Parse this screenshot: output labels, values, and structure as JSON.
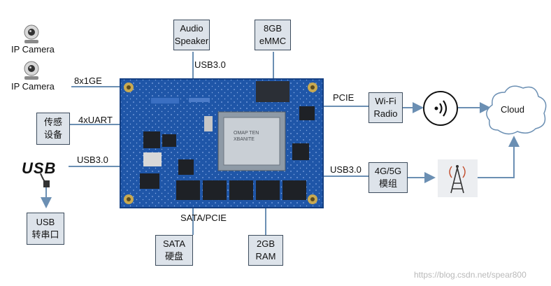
{
  "left": {
    "camera1": "IP Camera",
    "camera2": "IP Camera",
    "port_ge": "8x1GE",
    "port_uart": "4xUART",
    "sensor": "传感\n设备",
    "usb_logo": "USB",
    "port_usb": "USB3.0",
    "usb_serial": "USB\n转串口"
  },
  "top": {
    "audio": "Audio\nSpeaker",
    "audio_bus": "USB3.0",
    "emmc": "8GB\neMMC"
  },
  "bottom": {
    "bus": "SATA/PCIE",
    "sata": "SATA\n硬盘",
    "ram": "2GB\nRAM"
  },
  "right": {
    "pcie_label": "PCIE",
    "wifi": "Wi-Fi\nRadio",
    "cloud": "Cloud",
    "usb_label": "USB3.0",
    "lte": "4G/5G\n模组"
  },
  "board": {
    "soc_text": "OMAP TEN\nXBANITE"
  },
  "watermark": "https://blog.csdn.net/spear800",
  "colors": {
    "pcb": "#1f56a8",
    "box_fill": "#dde3ea",
    "arrow": "#6b8fb3"
  }
}
